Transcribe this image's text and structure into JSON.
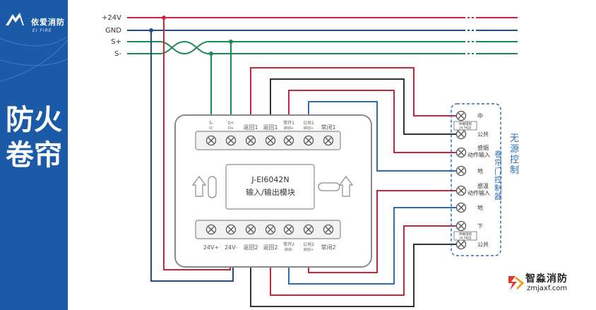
{
  "brand": {
    "name": "依爱消防",
    "name_en": "EI FIRE"
  },
  "side_title": "防火卷帘",
  "bus": [
    "+24V",
    "GND",
    "S+",
    "S-"
  ],
  "module": {
    "model": "J-EI6042N",
    "desc": "输入/输出模块"
  },
  "top_terminals": [
    {
      "l1": "S-",
      "l2": "D-"
    },
    {
      "l1": "S+",
      "l2": "D+"
    },
    {
      "l1": "返回1",
      "l2": ""
    },
    {
      "l1": "返回1",
      "l2": ""
    },
    {
      "l1": "常开1",
      "l2": "启动+"
    },
    {
      "l1": "公共1",
      "l2": "启动+"
    },
    {
      "l1": "常闭1",
      "l2": ""
    }
  ],
  "bottom_terminals": [
    {
      "l1": "24V+",
      "l2": ""
    },
    {
      "l1": "24V-",
      "l2": ""
    },
    {
      "l1": "返回2",
      "l2": ""
    },
    {
      "l1": "返回2",
      "l2": ""
    },
    {
      "l1": "常开2",
      "l2": "启动-"
    },
    {
      "l1": "公共2",
      "l2": "启动+"
    },
    {
      "l1": "常闭2",
      "l2": ""
    }
  ],
  "controller": {
    "title1": "卷帘门控制器",
    "title2": "无源控制",
    "terminals": [
      {
        "label": "中",
        "sub": ""
      },
      {
        "label": "公共",
        "sub": ""
      },
      {
        "label": "感烟",
        "sub": "动作输入"
      },
      {
        "label": "地",
        "sub": ""
      },
      {
        "label": "感温",
        "sub": "动作输入"
      },
      {
        "label": "地",
        "sub": ""
      },
      {
        "label": "下",
        "sub": ""
      },
      {
        "label": "公共",
        "sub": ""
      }
    ],
    "resistor_label": "终端电阻",
    "resistor_value": "(4.7KΩ)"
  },
  "watermark": {
    "cn": "智淼消防",
    "url": "zmjaxf.com"
  },
  "colors": {
    "sidebar": "#1a5aa6",
    "red": "#c8263a",
    "navy": "#1f4f86",
    "green": "#1f8a4f",
    "dark": "#333333",
    "blue_line": "#2f6fb0"
  }
}
